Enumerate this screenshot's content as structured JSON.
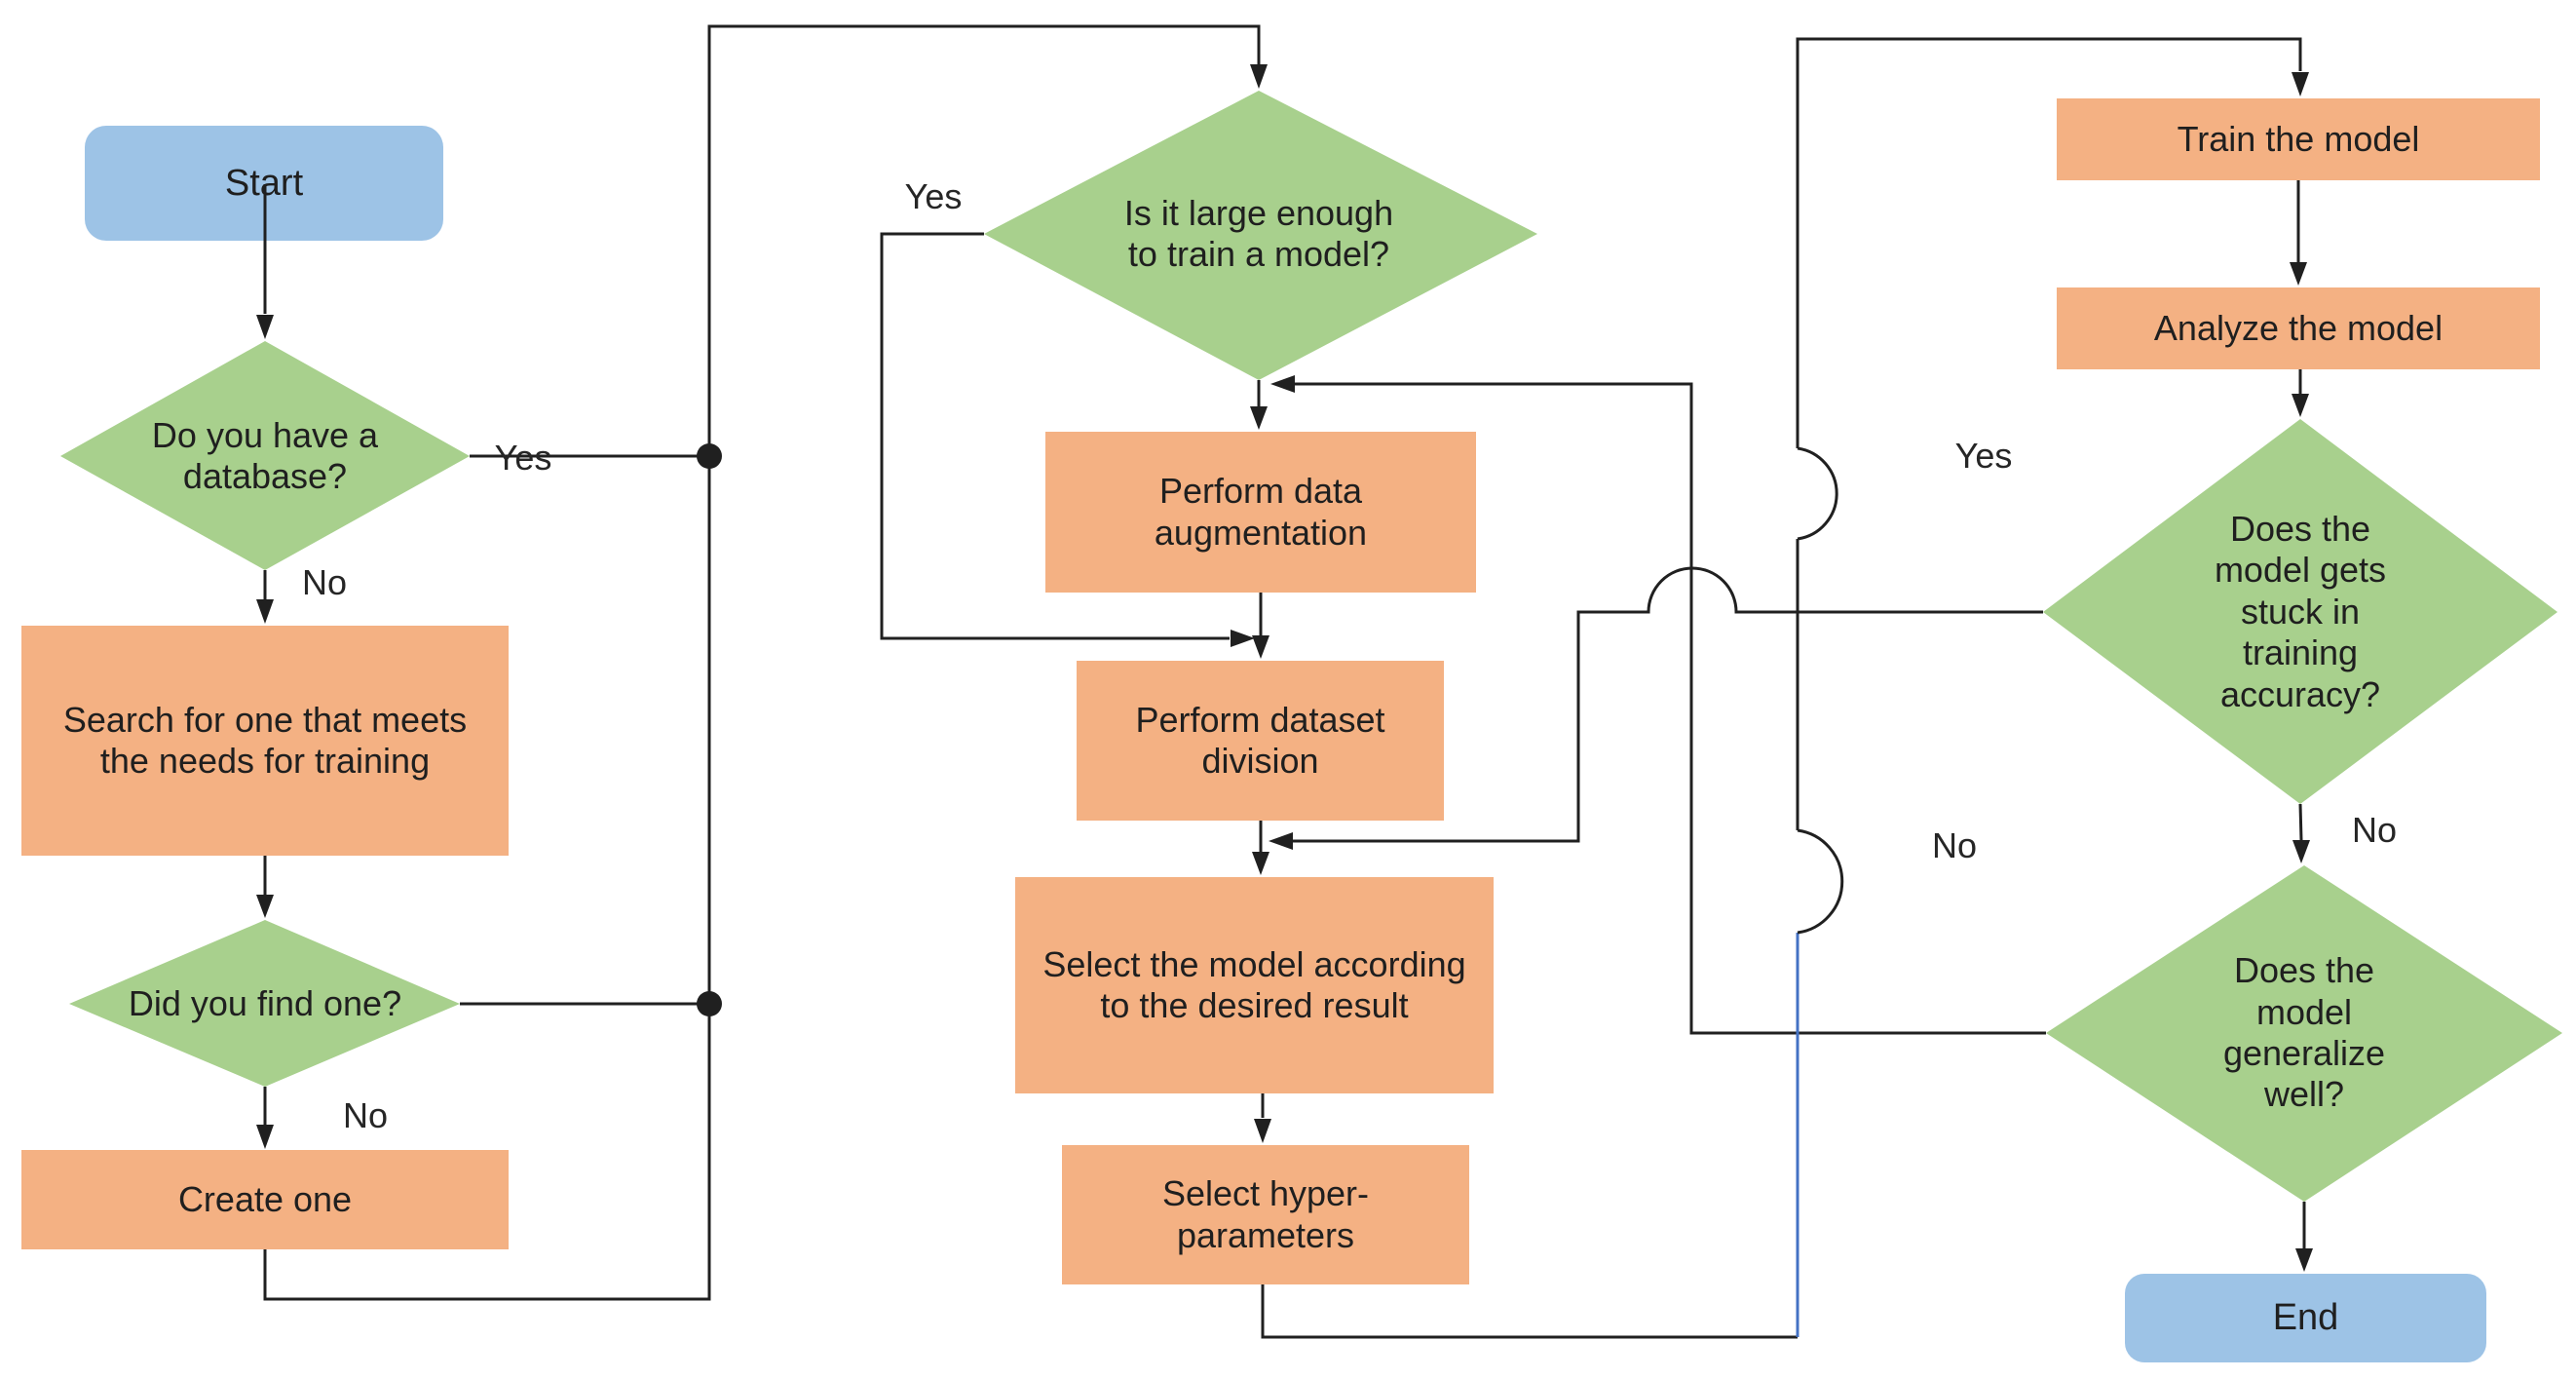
{
  "diagram": {
    "type": "flowchart",
    "nodes": {
      "start": {
        "label": "Start",
        "shape": "terminator"
      },
      "have_database": {
        "label": "Do you have a database?",
        "shape": "decision"
      },
      "search_dataset": {
        "label": "Search for one that meets the needs for training",
        "shape": "process"
      },
      "found_one": {
        "label": "Did you find one?",
        "shape": "decision"
      },
      "create_one": {
        "label": "Create one",
        "shape": "process"
      },
      "large_enough": {
        "label": "Is it large enough to train a model?",
        "shape": "decision"
      },
      "augmentation": {
        "label": "Perform data augmentation",
        "shape": "process"
      },
      "division": {
        "label": "Perform dataset division",
        "shape": "process"
      },
      "select_model": {
        "label": "Select the model according to the desired result",
        "shape": "process"
      },
      "hyperparams": {
        "label": "Select hyper-parameters",
        "shape": "process"
      },
      "train": {
        "label": "Train the model",
        "shape": "process"
      },
      "analyze": {
        "label": "Analyze the model",
        "shape": "process"
      },
      "stuck": {
        "label": "Does the model gets stuck in training accuracy?",
        "shape": "decision"
      },
      "generalize": {
        "label": "Does the model generalize well?",
        "shape": "decision"
      },
      "end": {
        "label": "End",
        "shape": "terminator"
      }
    },
    "edge_labels": {
      "yes_have_db": "Yes",
      "no_have_db": "No",
      "no_found": "No",
      "yes_large": "Yes",
      "yes_stuck": "Yes",
      "no_stuck": "No",
      "no_generalize": "No"
    },
    "colors": {
      "node_green": "#A8D08D",
      "node_orange": "#F4B183",
      "node_blue": "#9DC3E6",
      "line": "#202020",
      "line_blue": "#4472C4"
    }
  }
}
